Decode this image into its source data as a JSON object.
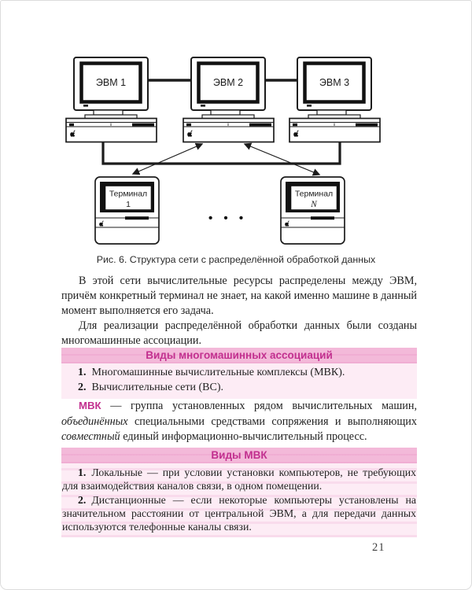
{
  "figure": {
    "caption": "Рис. 6. Структура сети с распределённой обработкой данных",
    "computers": [
      {
        "label": "ЭВМ 1"
      },
      {
        "label": "ЭВМ 2"
      },
      {
        "label": "ЭВМ 3"
      }
    ],
    "terminals": [
      {
        "line1": "Терминал",
        "line2": "1"
      },
      {
        "line1": "Терминал",
        "line2": "N"
      }
    ],
    "ellipsis": "• • •"
  },
  "paragraphs": {
    "intro": "В этой сети вычислительные ресурсы распределены между ЭВМ, причём конкретный терминал не знает, на какой именно машине в данный момент выполняется его задача.",
    "assoc": "Для реализации распределённой обработки данных были созданы многомашинные ассоциации."
  },
  "box_associations": {
    "title": "Виды многомашинных ассоциаций",
    "items": [
      {
        "num": "1.",
        "text": "Многомашинные вычислительные комплексы (МВК)."
      },
      {
        "num": "2.",
        "text": "Вычислительные сети (ВС)."
      }
    ]
  },
  "definition": {
    "term": "МВК",
    "seg1": " — группа установленных рядом вычислительных машин, ",
    "em1": "объединённых",
    "seg2": " специальными средствами сопряжения и выполняющих ",
    "em2": "совместный",
    "seg3": " единый информационно-вычислительный процесс."
  },
  "box_mvk": {
    "title": "Виды МВК",
    "items": [
      {
        "num": "1.",
        "text": "Локальные — при условии установки компьютеров, не требующих для взаимодействия каналов связи, в одном помещении."
      },
      {
        "num": "2.",
        "text": "Дистанционные — если некоторые компьютеры установлены на значительном расстоянии от центральной ЭВМ, а для передачи данных используются телефонные каналы связи."
      }
    ]
  },
  "page_number": "21",
  "colors": {
    "accent_magenta": "#c2308f",
    "band_pink": "#f3b9d9",
    "box_pink": "#fdecf5",
    "ink": "#1c1c1c"
  }
}
